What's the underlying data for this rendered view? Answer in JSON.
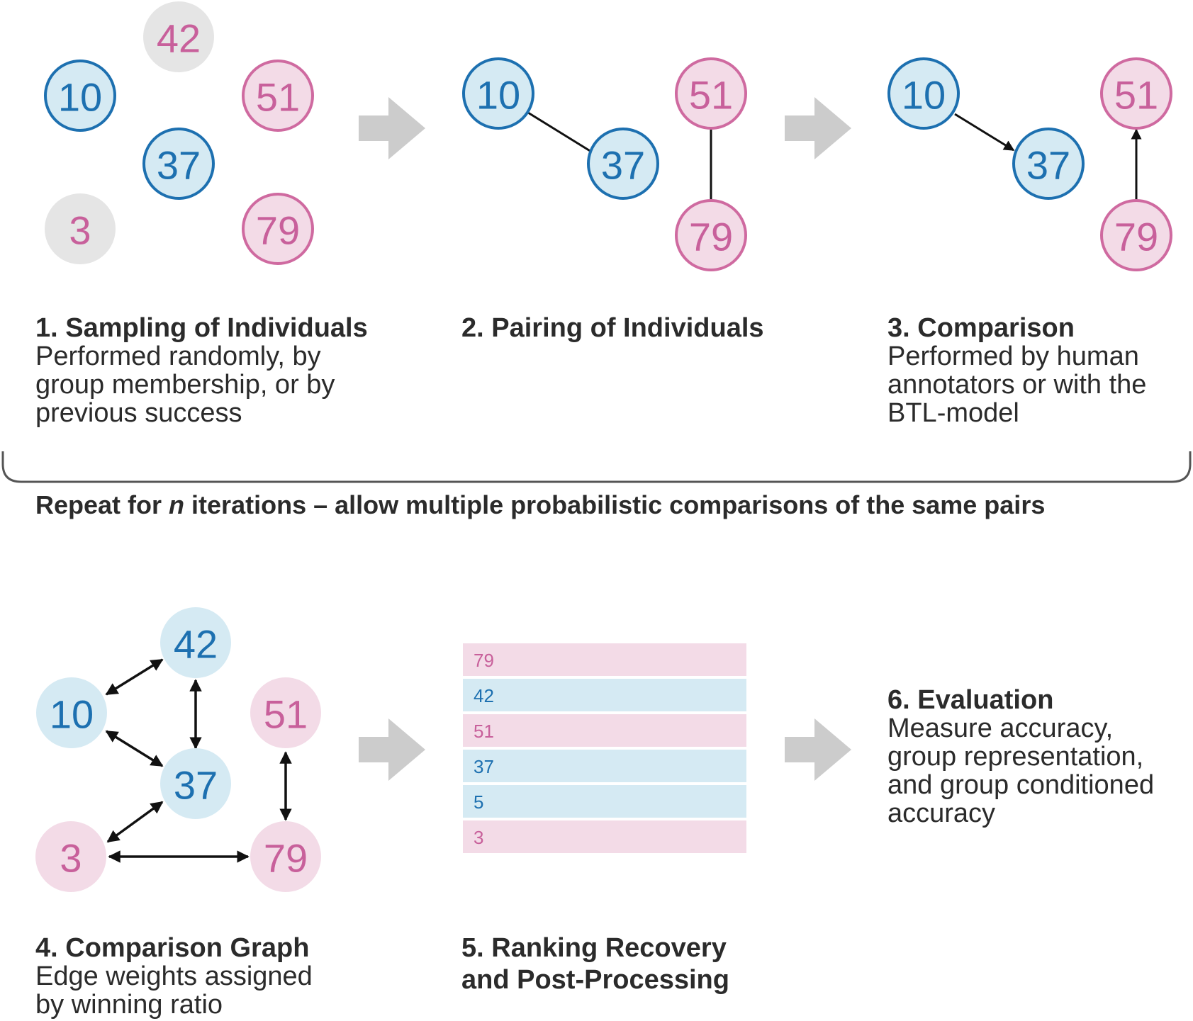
{
  "colors": {
    "blue_fill": "#d5eaf3",
    "blue_stroke": "#1d70b0",
    "blue_text": "#1d70b0",
    "pink_fill": "#f3dbe7",
    "pink_stroke": "#cf6aa0",
    "pink_text": "#c8609b",
    "gray_fill": "#e5e5e5",
    "arrow_gray": "#cccccc",
    "edge": "#111111",
    "text": "#2b2b2b"
  },
  "steps": {
    "s1": {
      "title": "1. Sampling of Individuals",
      "desc": [
        "Performed randomly, by",
        "group membership, or by",
        "previous success"
      ]
    },
    "s2": {
      "title": "2. Pairing of Individuals"
    },
    "s3": {
      "title": "3. Comparison",
      "desc": [
        "Performed by human",
        "annotators or with the",
        "BTL-model"
      ]
    },
    "s4": {
      "title": "4. Comparison Graph",
      "desc": [
        "Edge weights assigned",
        "by winning ratio"
      ]
    },
    "s5": {
      "title": [
        "5. Ranking Recovery",
        "and Post-Processing"
      ]
    },
    "s6": {
      "title": "6. Evaluation",
      "desc": [
        "Measure accuracy,",
        "group representation,",
        "and group conditioned",
        "accuracy"
      ]
    }
  },
  "repeat": {
    "prefix": "Repeat for ",
    "n": "n",
    "suffix": " iterations – allow multiple probabilistic comparisons of the same pairs"
  },
  "panel1_nodes": [
    {
      "label": "42",
      "group": "gray",
      "outlined": false
    },
    {
      "label": "10",
      "group": "blue",
      "outlined": true
    },
    {
      "label": "51",
      "group": "pink",
      "outlined": true
    },
    {
      "label": "37",
      "group": "blue",
      "outlined": true
    },
    {
      "label": "3",
      "group": "gray",
      "outlined": false
    },
    {
      "label": "79",
      "group": "pink",
      "outlined": true
    }
  ],
  "panel2_nodes": [
    {
      "label": "10",
      "group": "blue"
    },
    {
      "label": "37",
      "group": "blue"
    },
    {
      "label": "51",
      "group": "pink"
    },
    {
      "label": "79",
      "group": "pink"
    }
  ],
  "panel3_nodes": [
    {
      "label": "10",
      "group": "blue"
    },
    {
      "label": "37",
      "group": "blue"
    },
    {
      "label": "51",
      "group": "pink"
    },
    {
      "label": "79",
      "group": "pink"
    }
  ],
  "panel4_nodes": [
    {
      "label": "42",
      "group": "blue"
    },
    {
      "label": "10",
      "group": "blue"
    },
    {
      "label": "51",
      "group": "pink"
    },
    {
      "label": "37",
      "group": "blue"
    },
    {
      "label": "3",
      "group": "pink"
    },
    {
      "label": "79",
      "group": "pink"
    }
  ],
  "ranking": [
    {
      "label": "79",
      "group": "pink"
    },
    {
      "label": "42",
      "group": "blue"
    },
    {
      "label": "51",
      "group": "pink"
    },
    {
      "label": "37",
      "group": "blue"
    },
    {
      "label": "5",
      "group": "blue"
    },
    {
      "label": "3",
      "group": "pink"
    }
  ]
}
